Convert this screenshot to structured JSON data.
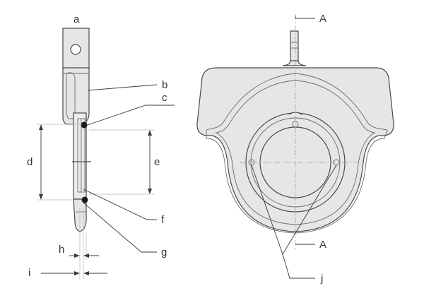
{
  "labels": {
    "a": "a",
    "b": "b",
    "c": "c",
    "d": "d",
    "e": "e",
    "f": "f",
    "g": "g",
    "h": "h",
    "i": "i",
    "j": "j",
    "section_top": "A",
    "section_bottom": "A"
  },
  "colors": {
    "housing_fill": "#e6e6e6",
    "housing_stroke": "#4a4a4a",
    "ring_fill": "#cfcfcf",
    "white": "#ffffff",
    "seal": "#1a1a1a",
    "text": "#333333"
  }
}
